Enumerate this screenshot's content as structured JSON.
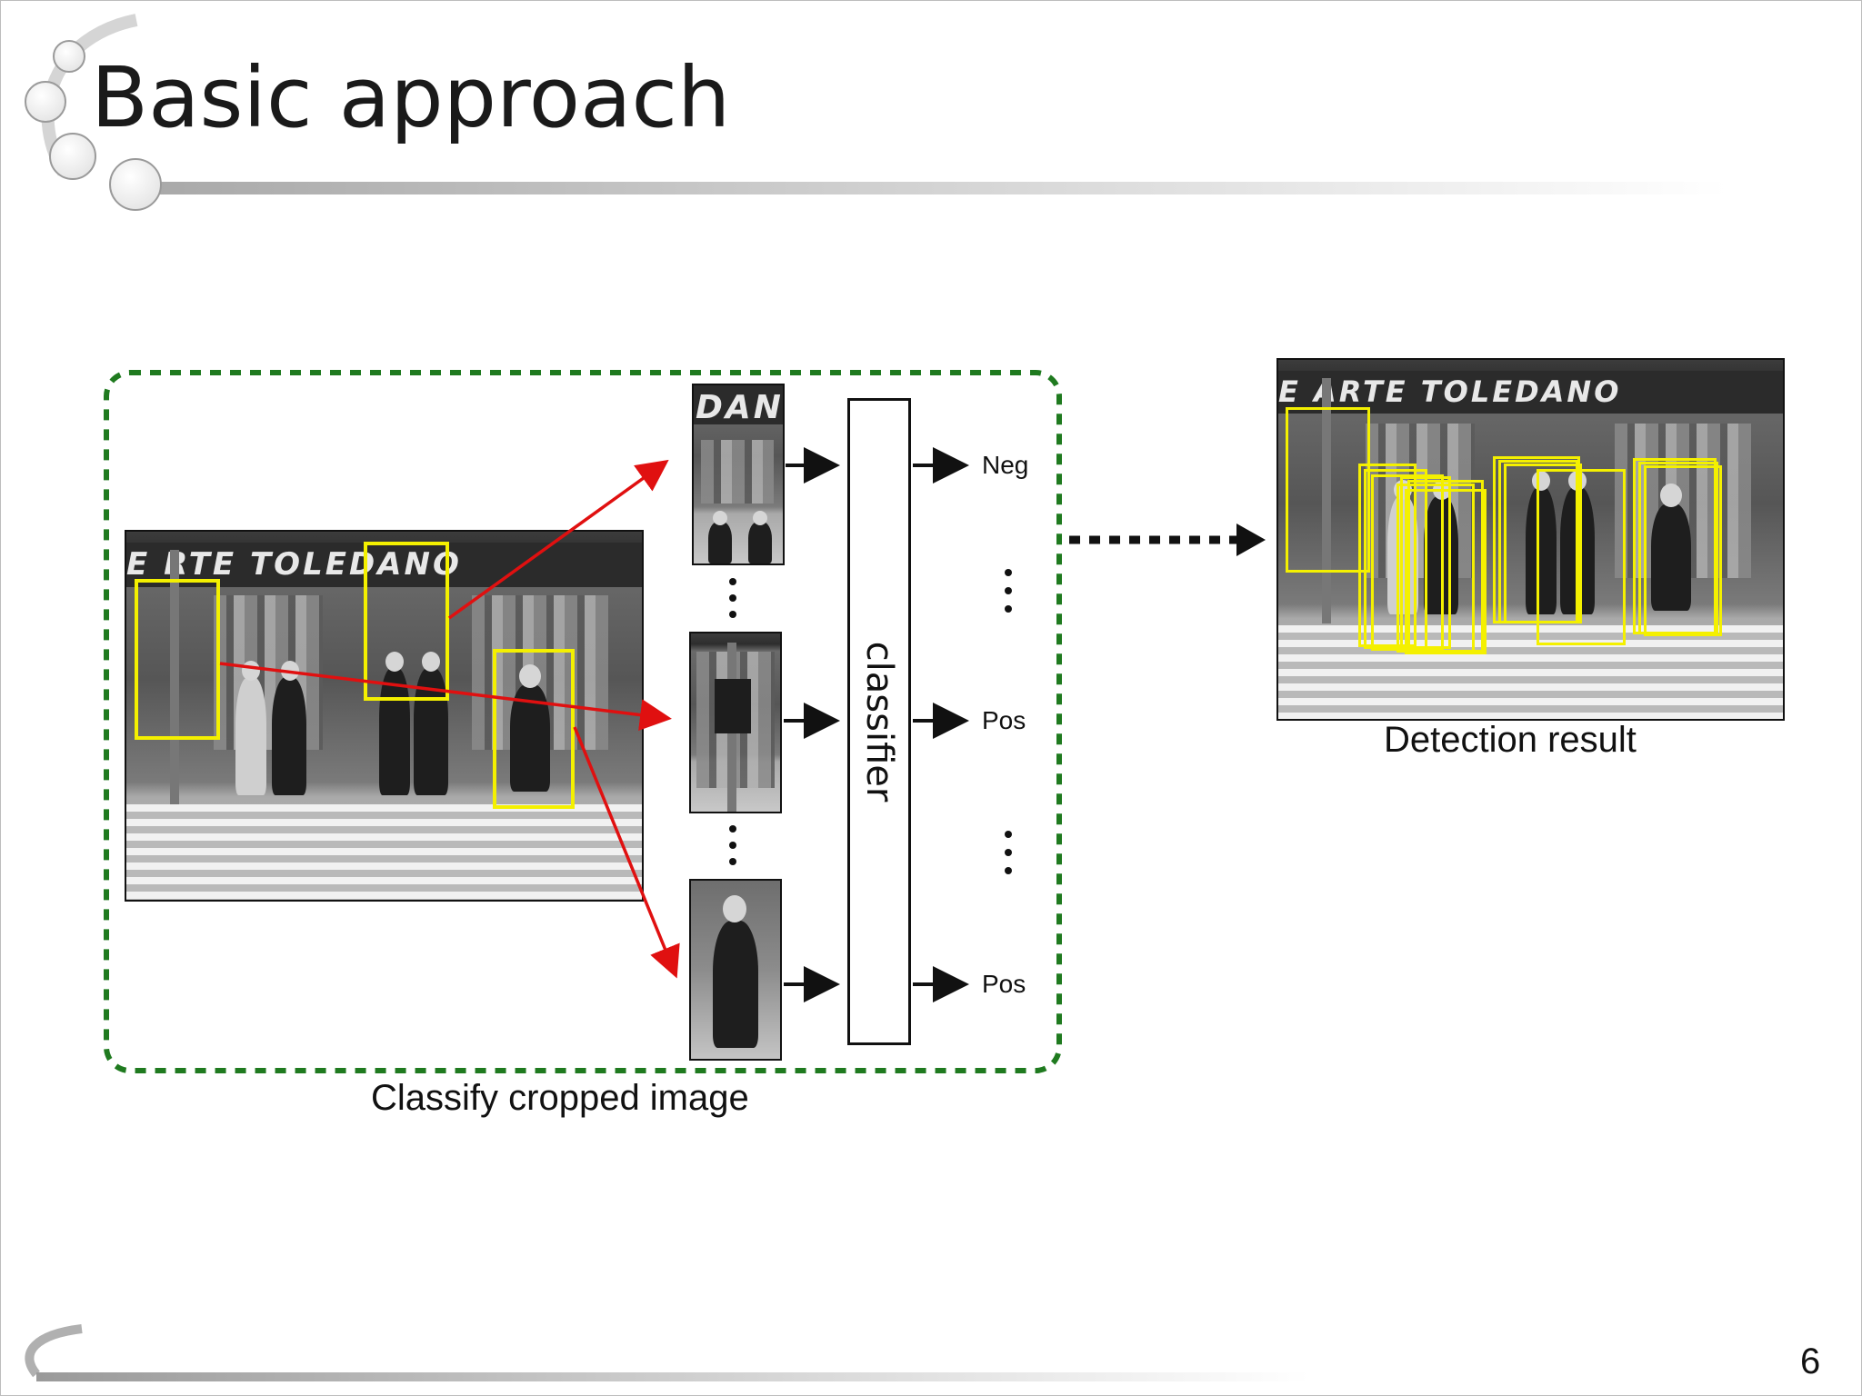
{
  "slide": {
    "title": "Basic approach",
    "page_number": "6"
  },
  "diagram": {
    "crop_caption": "Classify cropped image",
    "classifier_label": "classifier",
    "outputs": [
      "Neg",
      "Pos",
      "Pos"
    ],
    "result_caption": "Detection result",
    "sign_text_left": "E  RTE TOLEDANO",
    "sign_text_right": "E ARTE TOLEDANO",
    "crop_top_text": "DAN",
    "colors": {
      "dashed_border": "#1f7a1f",
      "arrow_red": "#e01010",
      "box_yellow": "#f4f000"
    }
  }
}
